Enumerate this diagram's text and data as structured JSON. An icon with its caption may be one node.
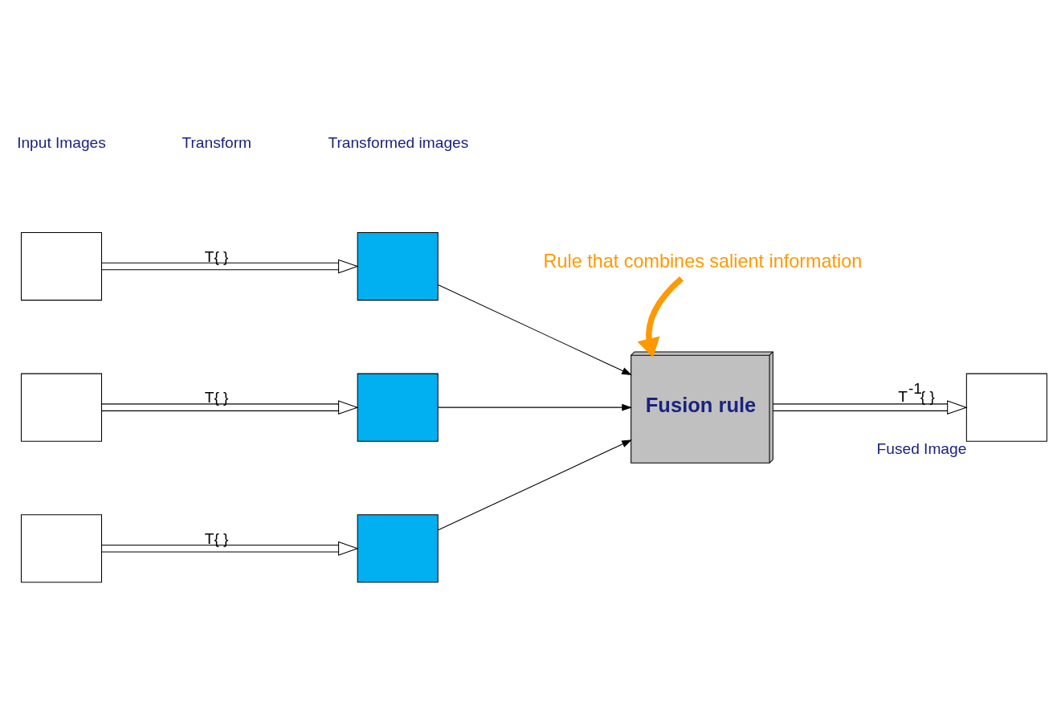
{
  "diagram": {
    "nodes": [
      {
        "text": [
          "Rule that combines salient information"
        ]
      },
      {
        "text": [],
        "shape": "box"
      },
      {
        "text": [],
        "shape": "box"
      },
      {
        "text": [],
        "shape": "box"
      },
      {
        "text": [],
        "shape": "box"
      },
      {
        "text": [],
        "shape": "box"
      },
      {
        "text": [],
        "shape": "box"
      },
      {
        "text": [
          "Fusion rule"
        ]
      },
      {
        "text": [],
        "shape": "box",
        "beside": [
          "Fused Image"
        ]
      }
    ],
    "edges": [
      {
        "from": 1,
        "to": 4,
        "arrow": "to",
        "label": "T{ }"
      },
      {
        "from": 2,
        "to": 5,
        "arrow": "to",
        "label": "T{ }"
      },
      {
        "from": 3,
        "to": 6,
        "arrow": "to",
        "label": "T{ }"
      },
      {
        "from": 4,
        "to": 7,
        "arrow": "to"
      },
      {
        "from": 5,
        "to": 7,
        "arrow": "to"
      },
      {
        "from": 6,
        "to": 7,
        "arrow": "to"
      },
      {
        "from": 0,
        "to": 7,
        "arrow": "to",
        "style": "thick",
        "color": "#ff9900"
      },
      {
        "from": 7,
        "to": 8,
        "arrow": "to",
        "label": "T$^{-1}${ }"
      }
    ],
    "labels": [
      "Input Images",
      "Transform",
      "Transformed images"
    ]
  }
}
